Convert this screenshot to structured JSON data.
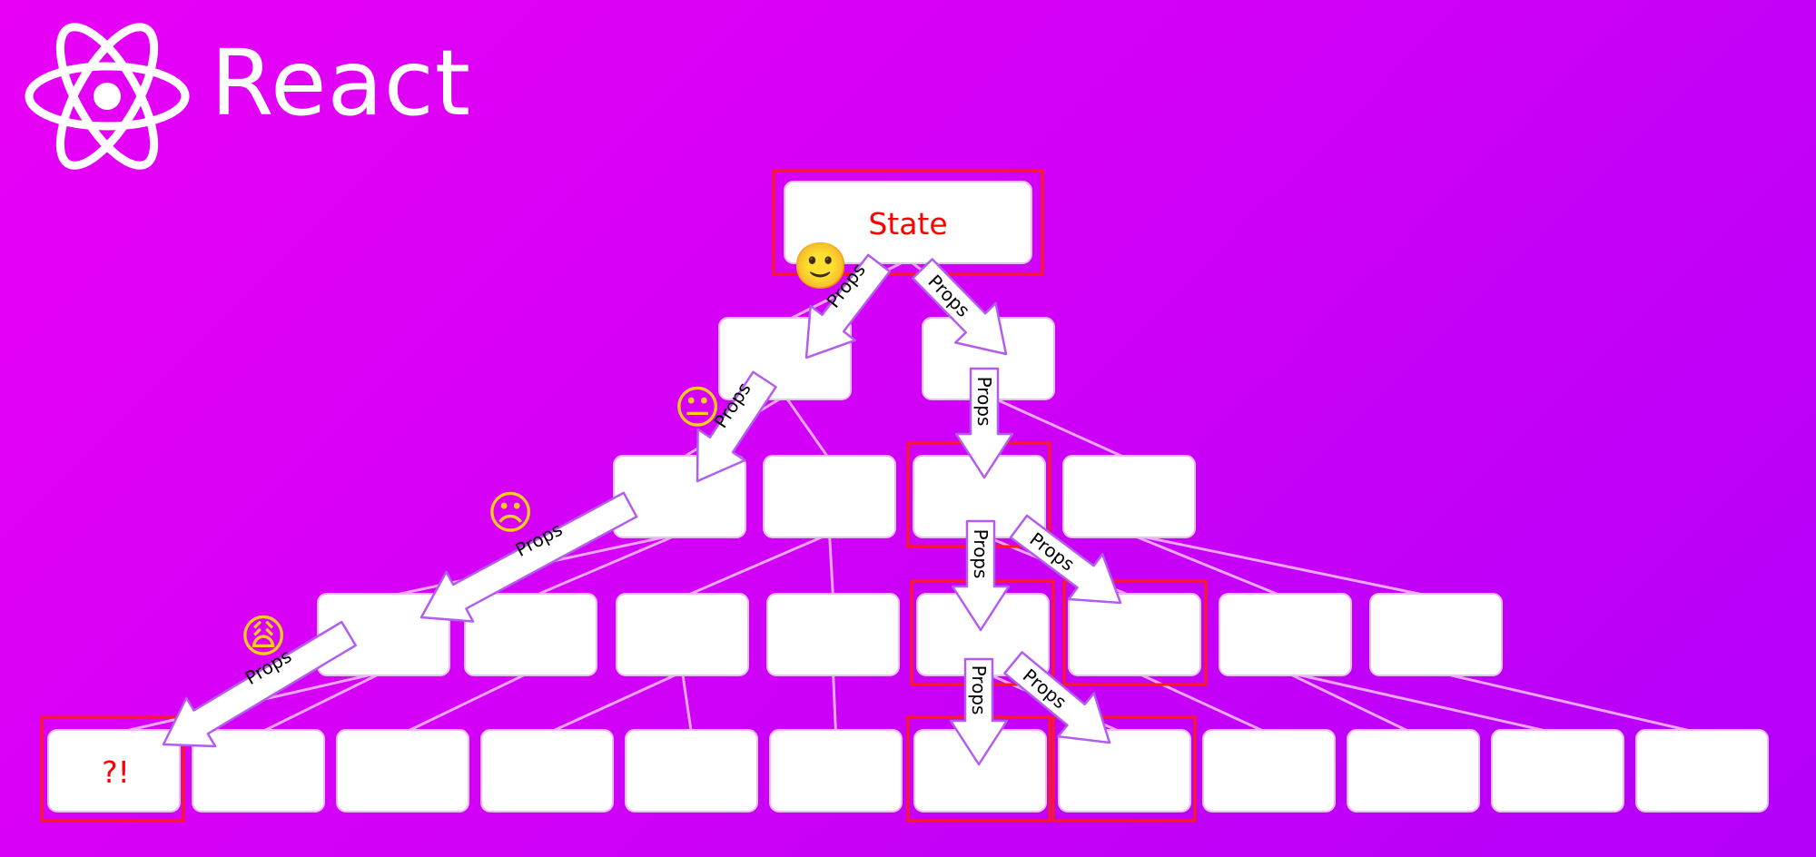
{
  "brand": {
    "name": "React",
    "icon": "react-atom-icon",
    "color": "#ffffff"
  },
  "diagram": {
    "root_label": "State",
    "leaf_label": "?!",
    "edge_label": "Props",
    "colors": {
      "highlight": "#ff1a1a",
      "node_fill": "#ffffff",
      "connector": "#f3c4ff",
      "node_text": "#ff0000"
    },
    "levels": [
      {
        "level": 0,
        "node_count": 1
      },
      {
        "level": 1,
        "node_count": 2
      },
      {
        "level": 2,
        "node_count": 4
      },
      {
        "level": 3,
        "node_count": 8
      },
      {
        "level": 4,
        "node_count": 12
      }
    ],
    "emojis": [
      {
        "name": "smiling-emoji-icon",
        "glyph": "🙂"
      },
      {
        "name": "neutral-emoji-icon",
        "glyph": "😐"
      },
      {
        "name": "frowning-emoji-icon",
        "glyph": "☹"
      },
      {
        "name": "weary-emoji-icon",
        "glyph": "😩"
      }
    ]
  }
}
